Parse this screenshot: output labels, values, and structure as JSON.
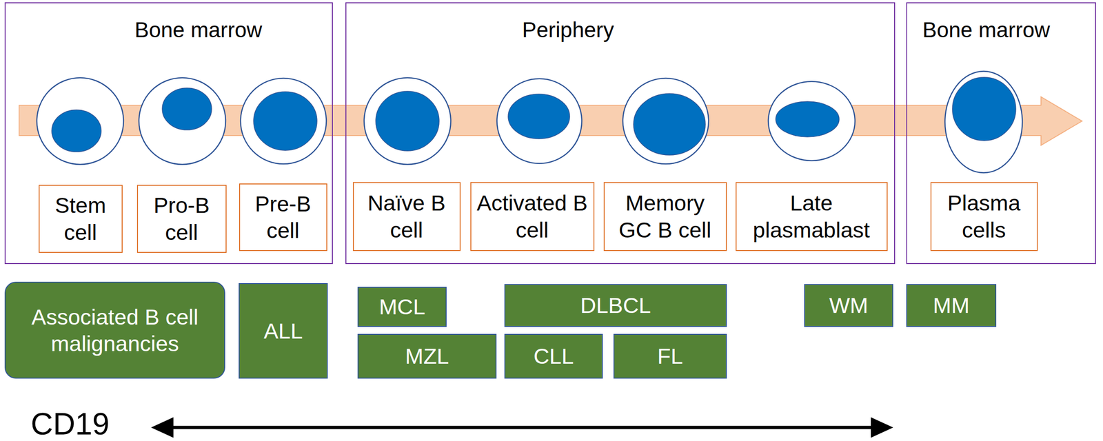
{
  "diagram": {
    "nodes": [
      {
        "text": [
          "Bone marrow"
        ]
      },
      {
        "text": [
          "Stem cell"
        ],
        "in": 0
      },
      {
        "text": [
          "Pro-B cell"
        ],
        "in": 0
      },
      {
        "text": [
          "Pre-B cell"
        ],
        "in": 0
      },
      {
        "text": [
          "Periphery"
        ]
      },
      {
        "text": [
          "Naïve B cell"
        ],
        "in": 4
      },
      {
        "text": [
          "Activated B cell"
        ],
        "in": 4
      },
      {
        "text": [
          "Memory GC B cell"
        ],
        "in": 4
      },
      {
        "text": [
          "Late plasmablast"
        ],
        "in": 4
      },
      {
        "text": [
          "Bone marrow"
        ]
      },
      {
        "text": [
          "Plasma cells"
        ],
        "in": 9
      },
      {
        "text": [
          "Associated B cell malignancies"
        ]
      },
      {
        "text": [
          "ALL"
        ]
      },
      {
        "text": [
          "MCL"
        ]
      },
      {
        "text": [
          "DLBCL"
        ]
      },
      {
        "text": [
          "WM"
        ]
      },
      {
        "text": [
          "MM"
        ]
      },
      {
        "text": [
          "MZL"
        ]
      },
      {
        "text": [
          "CLL"
        ]
      },
      {
        "text": [
          "FL"
        ]
      }
    ],
    "labels": [
      "CD19"
    ]
  }
}
